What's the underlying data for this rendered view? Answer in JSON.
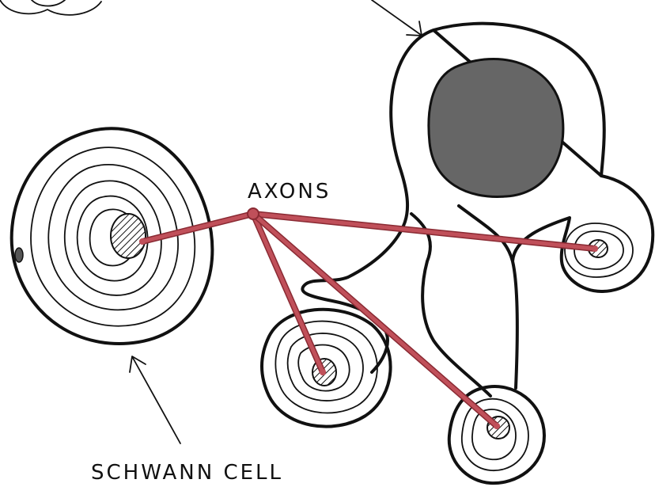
{
  "labels": {
    "axons": "AXONS",
    "schwann_cell": "SCHWANN CELL"
  },
  "colors": {
    "axon_line": "#c0505a",
    "axon_stroke": "#8a2a33",
    "nucleus": "#666666",
    "ink": "#111111"
  },
  "icons": {
    "hatch": "diagonal-hatch"
  }
}
